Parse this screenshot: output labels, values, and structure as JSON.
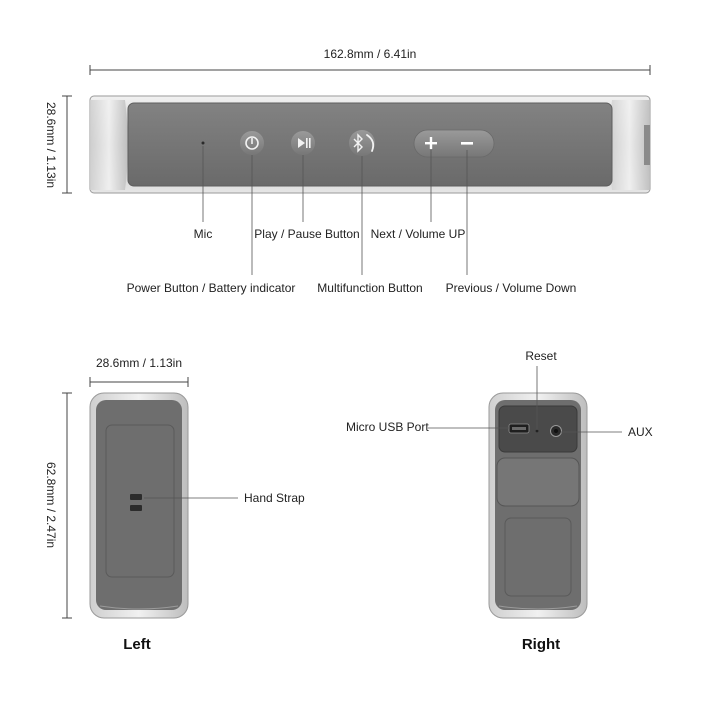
{
  "top_view": {
    "width_dimension": "162.8mm / 6.41in",
    "height_dimension": "28.6mm / 1.13in",
    "labels": {
      "mic": "Mic",
      "play_pause": "Play / Pause Button",
      "next_volume_up": "Next / Volume UP",
      "power_battery": "Power Button / Battery indicator",
      "multifunction": "Multifunction Button",
      "previous_volume_down": "Previous / Volume Down"
    },
    "icons": [
      "power-icon",
      "play-pause-icon",
      "bluetooth-call-icon",
      "plus-icon",
      "minus-icon"
    ]
  },
  "left_view": {
    "width_dimension": "28.6mm / 1.13in",
    "height_dimension": "62.8mm / 2.47in",
    "hand_strap": "Hand Strap",
    "caption": "Left"
  },
  "right_view": {
    "reset": "Reset",
    "micro_usb": "Micro USB Port",
    "aux": "AUX",
    "caption": "Right"
  },
  "colors": {
    "panel_dark": "#6f6f6f",
    "aluminium_light": "#d9d9d9",
    "aluminium_mid": "#a9a9a9",
    "line": "#555555"
  }
}
